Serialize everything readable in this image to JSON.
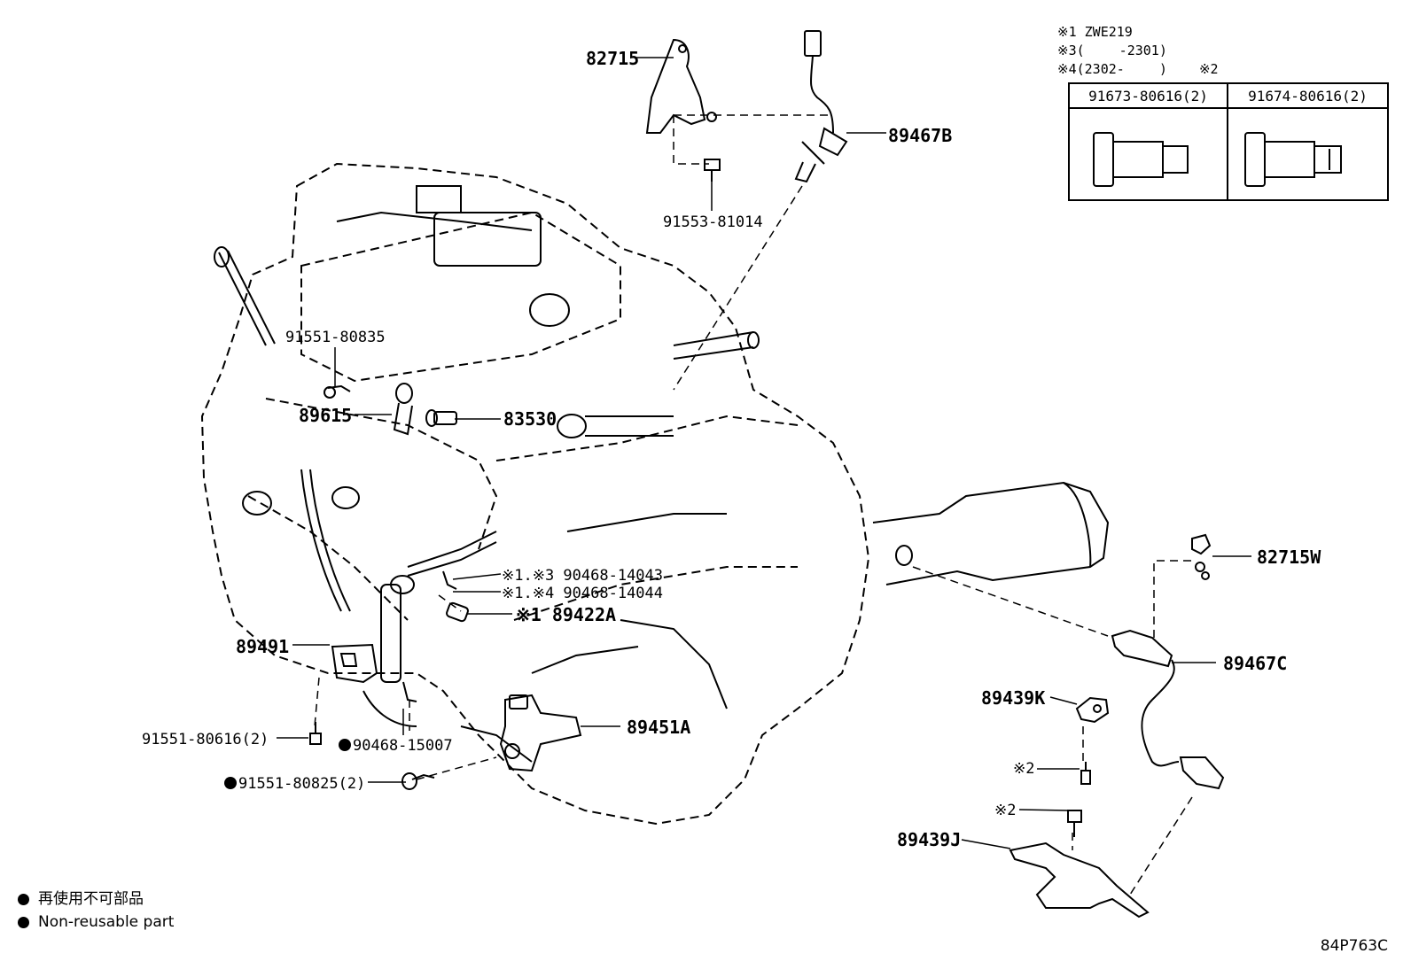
{
  "notes": {
    "line1": "※1 ZWE219",
    "line2": "※3(　　 -2301)",
    "line3": "※4(2302-　　 )",
    "line3b": "※2"
  },
  "bolt_table": {
    "col1": "91673-80616(2)",
    "col2": "91674-80616(2)"
  },
  "labels": {
    "p82715": "82715",
    "p89467B": "89467B",
    "p91553": "91553-81014",
    "p91551_80835": "91551-80835",
    "p89615": "89615",
    "p83530": "83530",
    "p90468_14043": "※1.※3 90468-14043",
    "p90468_14044": "※1.※4 90468-14044",
    "p89422A": "※1 89422A",
    "p89491": "89491",
    "p91551_80616": "91551-80616(2)",
    "p90468_15007": "90468-15007",
    "p91551_80825": "91551-80825(2)",
    "p89451A": "89451A",
    "p82715W": "82715W",
    "p89467C": "89467C",
    "p89439K": "89439K",
    "p_star2a": "※2",
    "p_star2b": "※2",
    "p89439J": "89439J"
  },
  "legend": {
    "jp": "再使用不可部品",
    "en": "Non-reusable part"
  },
  "diagram_code": "84P763C"
}
